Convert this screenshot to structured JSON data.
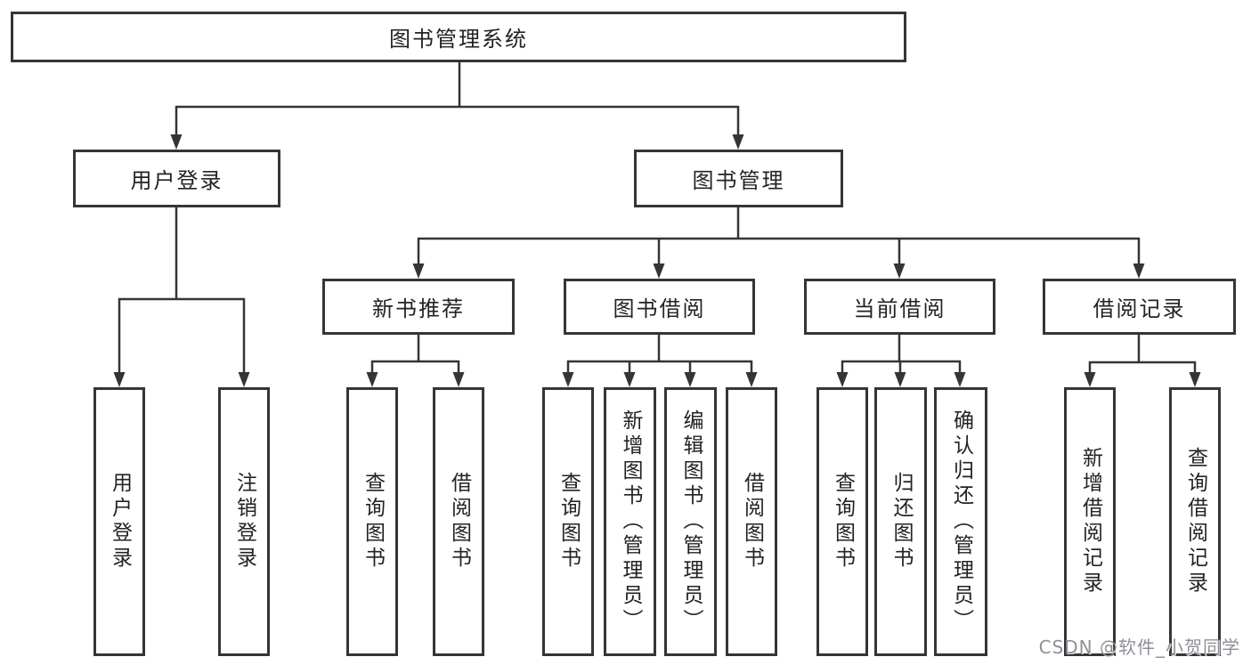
{
  "tree": {
    "label": "图书管理系统",
    "children": [
      {
        "label": "用户登录",
        "children": [
          {
            "label": "用户登录"
          },
          {
            "label": "注销登录"
          }
        ]
      },
      {
        "label": "图书管理",
        "children": [
          {
            "label": "新书推荐",
            "children": [
              {
                "label": "查询图书"
              },
              {
                "label": "借阅图书"
              }
            ]
          },
          {
            "label": "图书借阅",
            "children": [
              {
                "label": "查询图书"
              },
              {
                "label": "新增图书（管理员）"
              },
              {
                "label": "编辑图书（管理员）"
              },
              {
                "label": "借阅图书"
              }
            ]
          },
          {
            "label": "当前借阅",
            "children": [
              {
                "label": "查询图书"
              },
              {
                "label": "归还图书"
              },
              {
                "label": "确认归还（管理员）"
              }
            ]
          },
          {
            "label": "借阅记录",
            "children": [
              {
                "label": "新增借阅记录"
              },
              {
                "label": "查询借阅记录"
              }
            ]
          }
        ]
      }
    ]
  },
  "watermark": {
    "text": "CSDN @软件_小贺同学"
  },
  "colors": {
    "line": "#353535",
    "text": "#232323",
    "watermark": "#8f8f96",
    "background": "#ffffff"
  }
}
